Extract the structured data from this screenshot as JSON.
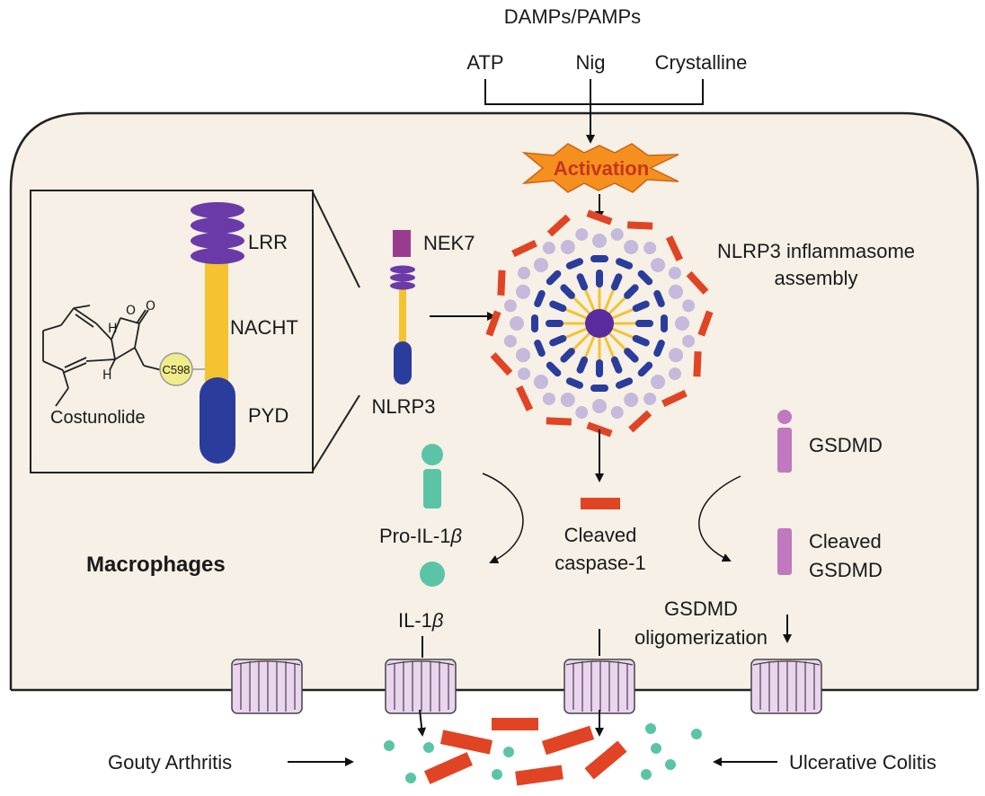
{
  "stimuli": {
    "title": "DAMPs/PAMPs",
    "items": [
      "ATP",
      "Nig",
      "Crystalline"
    ]
  },
  "activation": "Activation",
  "cell_label": "Macrophages",
  "inflammasome_label": [
    "NLRP3 inflammasome",
    "assembly"
  ],
  "domains": {
    "lrr": "LRR",
    "nacht": "NACHT",
    "pyd": "PYD",
    "cys": "C598",
    "compound": "Costunolide",
    "atom_o": "O",
    "atom_h": "H"
  },
  "nlrp3_protein": {
    "nek7": "NEK7",
    "name": "NLRP3"
  },
  "pro_il": {
    "prefix": "Pro-IL-1",
    "greek": "β"
  },
  "il": {
    "prefix": "IL-1",
    "greek": "β"
  },
  "caspase": [
    "Cleaved",
    "caspase-1"
  ],
  "gsdmd": "GSDMD",
  "cleaved_gsdmd": [
    "Cleaved",
    "GSDMD"
  ],
  "oligomer": [
    "GSDMD",
    "oligomerization"
  ],
  "diseases": {
    "left": "Gouty Arthritis",
    "right": "Ulcerative Colitis"
  },
  "colors": {
    "cell_fill": "#f6f0e6",
    "lrr": "#6a3ba8",
    "nacht": "#f5c330",
    "pyd": "#2a3d9c",
    "nek7": "#9a3c8e",
    "activation_fill": "#f5901e",
    "activation_text": "#c8341e",
    "caspase": "#e04424",
    "il1b": "#5cc4a6",
    "gsdmd": "#c079bf",
    "pore": "#ead4ef",
    "hub": "#5a2b9c",
    "spoke": "#f5c330",
    "ring_dot": "#c5b9dc",
    "cys_fill": "#f1ec8a"
  }
}
